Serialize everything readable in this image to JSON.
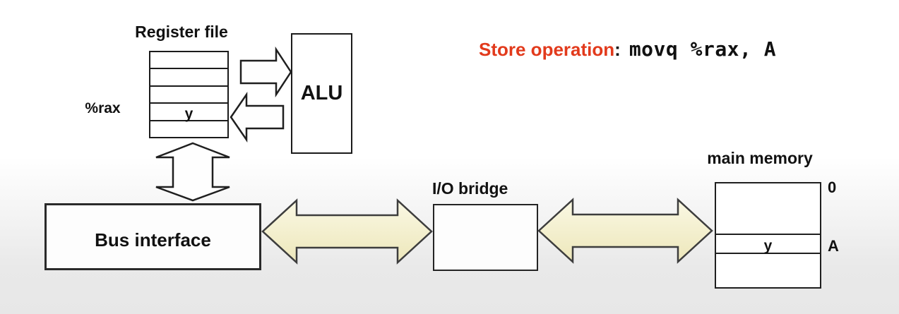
{
  "instruction": {
    "label": "Store operation",
    "separator": ":",
    "code": "movq %rax, A"
  },
  "register_file": {
    "title": "Register file",
    "register_name": "%rax",
    "value": "y"
  },
  "alu": {
    "label": "ALU"
  },
  "bus_interface": {
    "label": "Bus interface"
  },
  "io_bridge": {
    "label": "I/O bridge"
  },
  "main_memory": {
    "title": "main memory",
    "value": "y",
    "address_start": "0",
    "address_a": "A"
  },
  "icons": {
    "regfile_to_alu": "right-block-arrow",
    "alu_to_regfile": "left-block-arrow",
    "regfile_bus": "vertical-double-block-arrow",
    "bus_iobridge": "horizontal-double-block-arrow",
    "iobridge_memory": "horizontal-double-block-arrow"
  },
  "colors": {
    "accent_red": "#e23a1c",
    "arrow_fill_light": "#faf8e4",
    "arrow_fill_dark": "#ede7ba",
    "outline": "#3d3d3d"
  }
}
